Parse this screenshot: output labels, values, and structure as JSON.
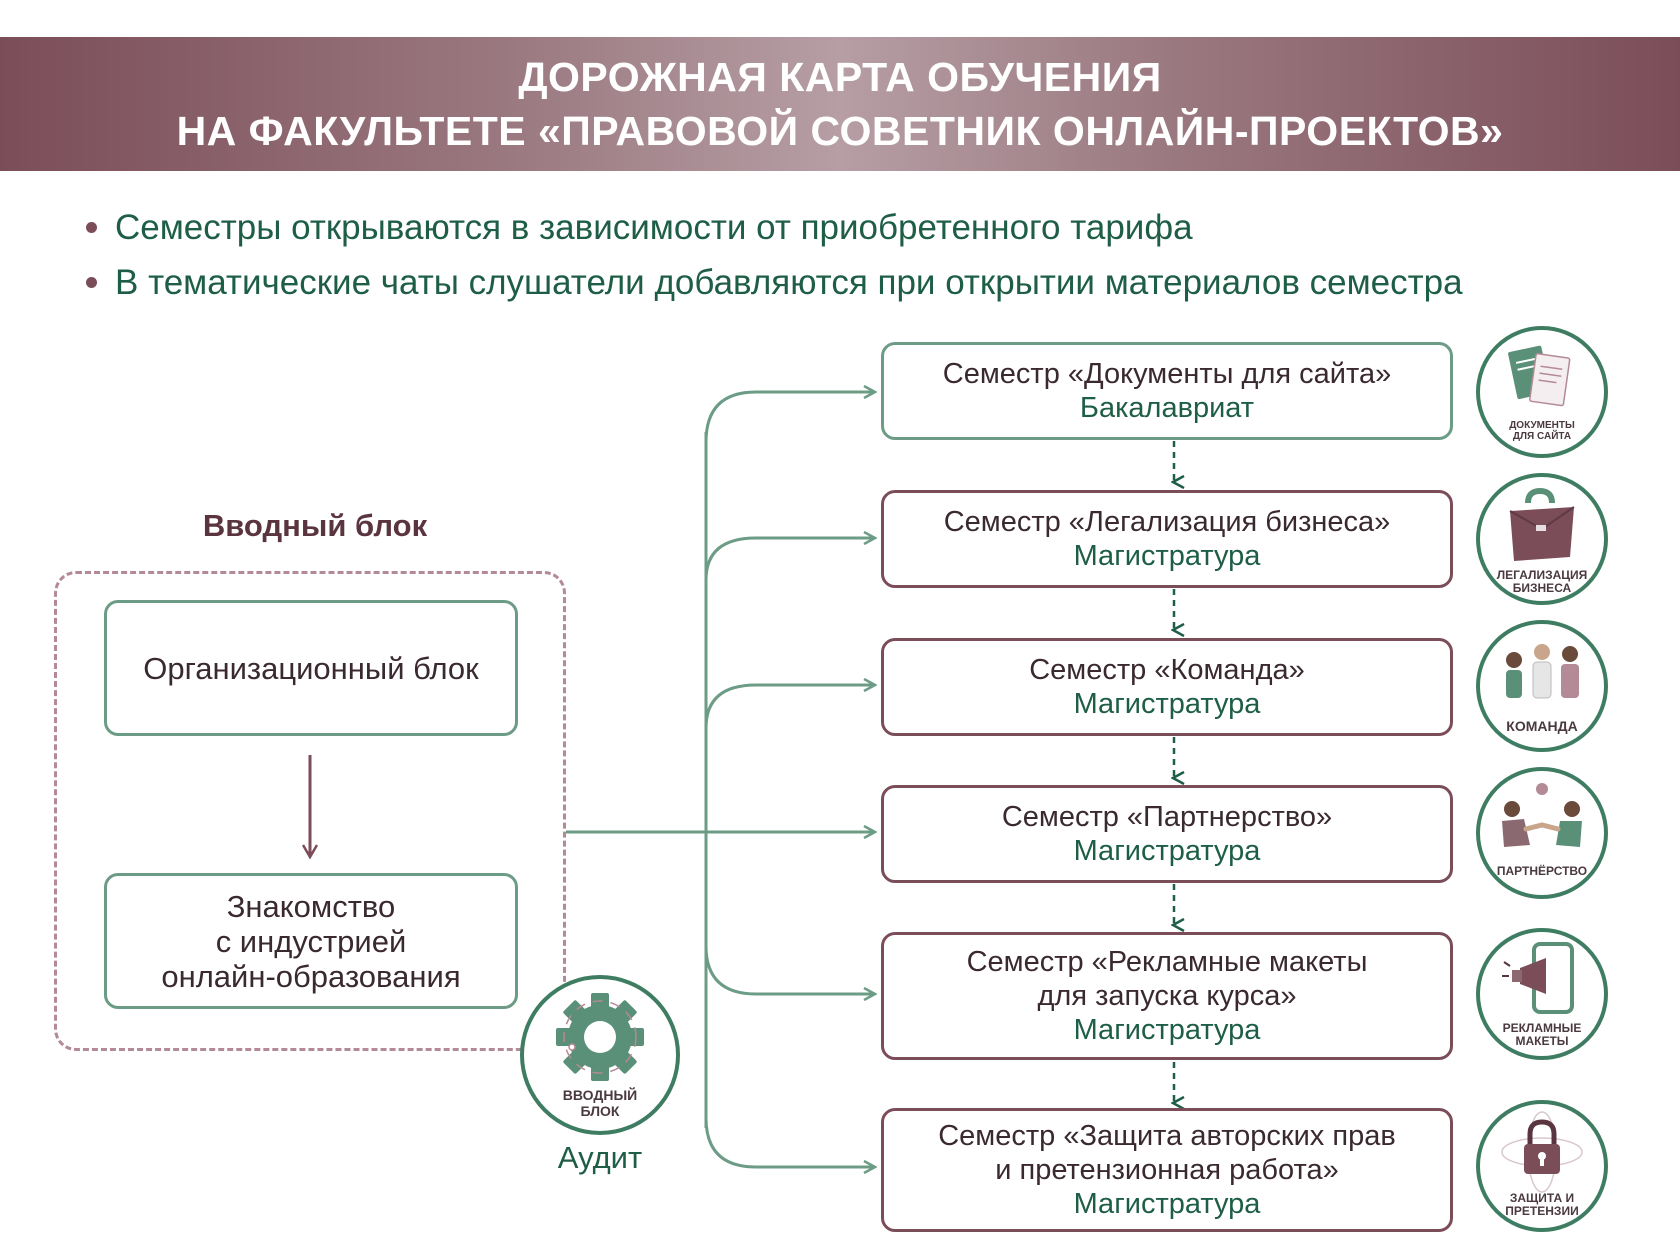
{
  "header": {
    "line1": "ДОРОЖНАЯ КАРТА ОБУЧЕНИЯ",
    "line2": "НА ФАКУЛЬТЕТЕ «ПРАВОВОЙ СОВЕТНИК ОНЛАЙН-ПРОЕКТОВ»"
  },
  "bullets": [
    "Семестры открываются в зависимости от приобретенного тарифа",
    "В тематические чаты слушатели добавляются при открытии материалов семестра"
  ],
  "intro": {
    "title": "Вводный блок",
    "box1": "Организационный блок",
    "box2": [
      "Знакомство",
      "с индустрией",
      "онлайн-образования"
    ]
  },
  "audit": {
    "icon_label": [
      "ВВОДНЫЙ",
      "БЛОК"
    ],
    "label": "Аудит"
  },
  "semesters": [
    {
      "name": "Семестр «Документы для сайта»",
      "level": "Бакалавриат",
      "icon": "documents-icon",
      "icon_label": [
        "ДОКУМЕНТЫ",
        "ДЛЯ САЙТА"
      ]
    },
    {
      "name": "Семестр «Легализация бизнеса»",
      "level": "Магистратура",
      "icon": "briefcase-icon",
      "icon_label": [
        "ЛЕГАЛИЗАЦИЯ",
        "БИЗНЕСА"
      ]
    },
    {
      "name": "Семестр «Команда»",
      "level": "Магистратура",
      "icon": "team-icon",
      "icon_label": [
        "КОМАНДА"
      ]
    },
    {
      "name": "Семестр «Партнерство»",
      "level": "Магистратура",
      "icon": "handshake-icon",
      "icon_label": [
        "ПАРТНЁРСТВО"
      ]
    },
    {
      "name": "Семестр «Рекламные макеты\nдля запуска курса»",
      "level": "Магистратура",
      "icon": "megaphone-icon",
      "icon_label": [
        "РЕКЛАМНЫЕ",
        "МАКЕТЫ"
      ]
    },
    {
      "name": "Семестр «Защита авторских прав\nи претензионная работа»",
      "level": "Магистратура",
      "icon": "lock-icon",
      "icon_label": [
        "ЗАЩИТА И",
        "ПРЕТЕНЗИИ"
      ]
    }
  ],
  "colors": {
    "header_dark": "#7b4d59",
    "header_light": "#b69ea4",
    "green_text": "#1f5e46",
    "green_line": "#6c9c86",
    "mauve": "#7b4d59"
  }
}
